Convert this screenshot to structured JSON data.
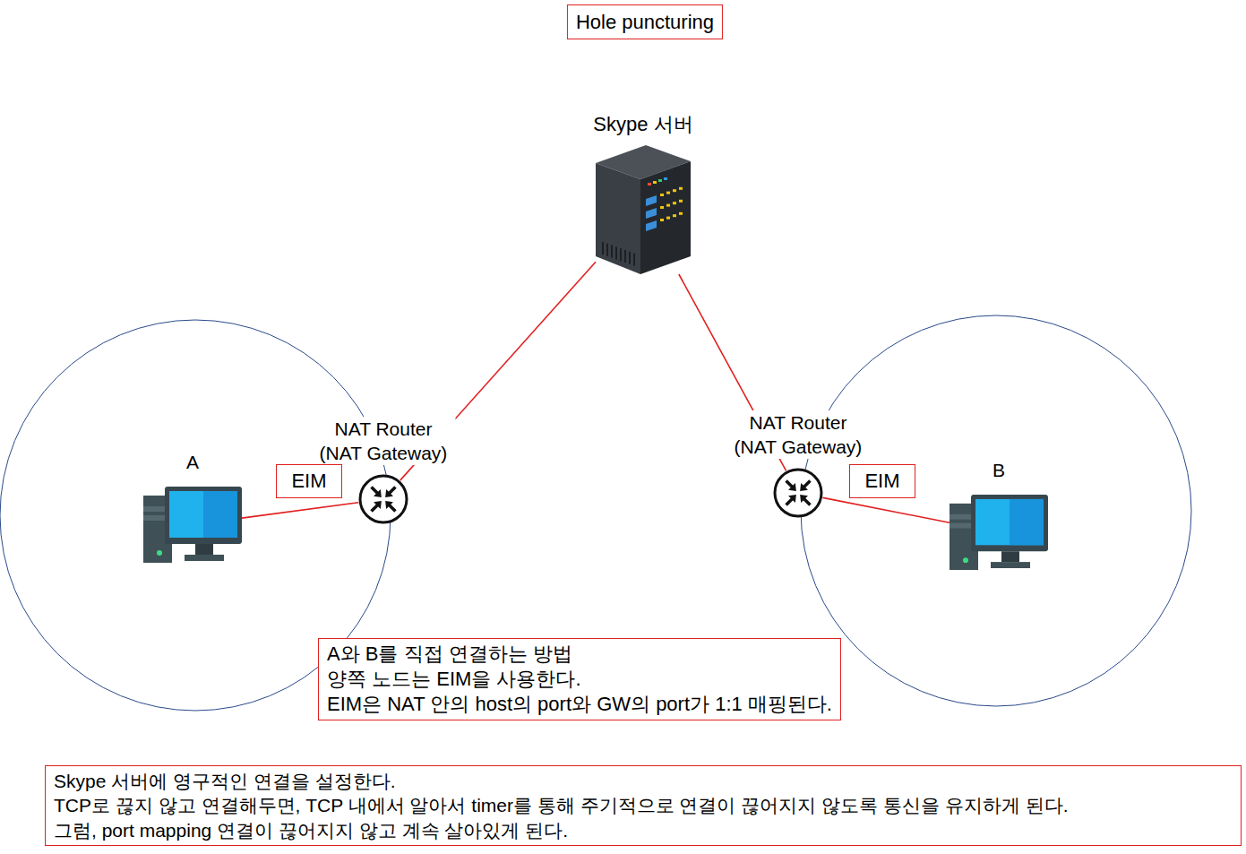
{
  "diagram": {
    "title": "Hole puncturing",
    "nodes": [
      {
        "text": [
          "Skype 서버"
        ]
      },
      {
        "text": [
          "NAT Router (NAT Gateway)"
        ]
      },
      {
        "text": [
          "EIM"
        ]
      },
      {
        "text": [
          "A"
        ]
      },
      {
        "text": [
          "NAT Router (NAT Gateway)"
        ]
      },
      {
        "text": [
          "EIM"
        ]
      },
      {
        "text": [
          "B"
        ]
      },
      {
        "text": [
          "A와 B를 직접 연결하는 방법",
          "양쪽 노드는 EIM을 사용한다.",
          "EIM은 NAT 안의 host의 port와 GW의 port가 1:1 매핑된다."
        ]
      },
      {
        "text": [
          "Skype 서버에 영구적인 연결을 설정한다.",
          "TCP로 끊지 않고 연결해두면, TCP 내에서 알아서 timer를 통해 주기적으로 연결이 끊어지지 않도록 통신을 유지하게 된다.",
          "그럼, port mapping 연결이 끊어지지 않고 계속 살아있게 된다."
        ]
      }
    ],
    "edges": [
      {
        "from": 0,
        "to": 1,
        "arrow": "none"
      },
      {
        "from": 0,
        "to": 4,
        "arrow": "none"
      },
      {
        "from": 3,
        "to": 1,
        "arrow": "none"
      },
      {
        "from": 4,
        "to": 6,
        "arrow": "none"
      }
    ]
  }
}
